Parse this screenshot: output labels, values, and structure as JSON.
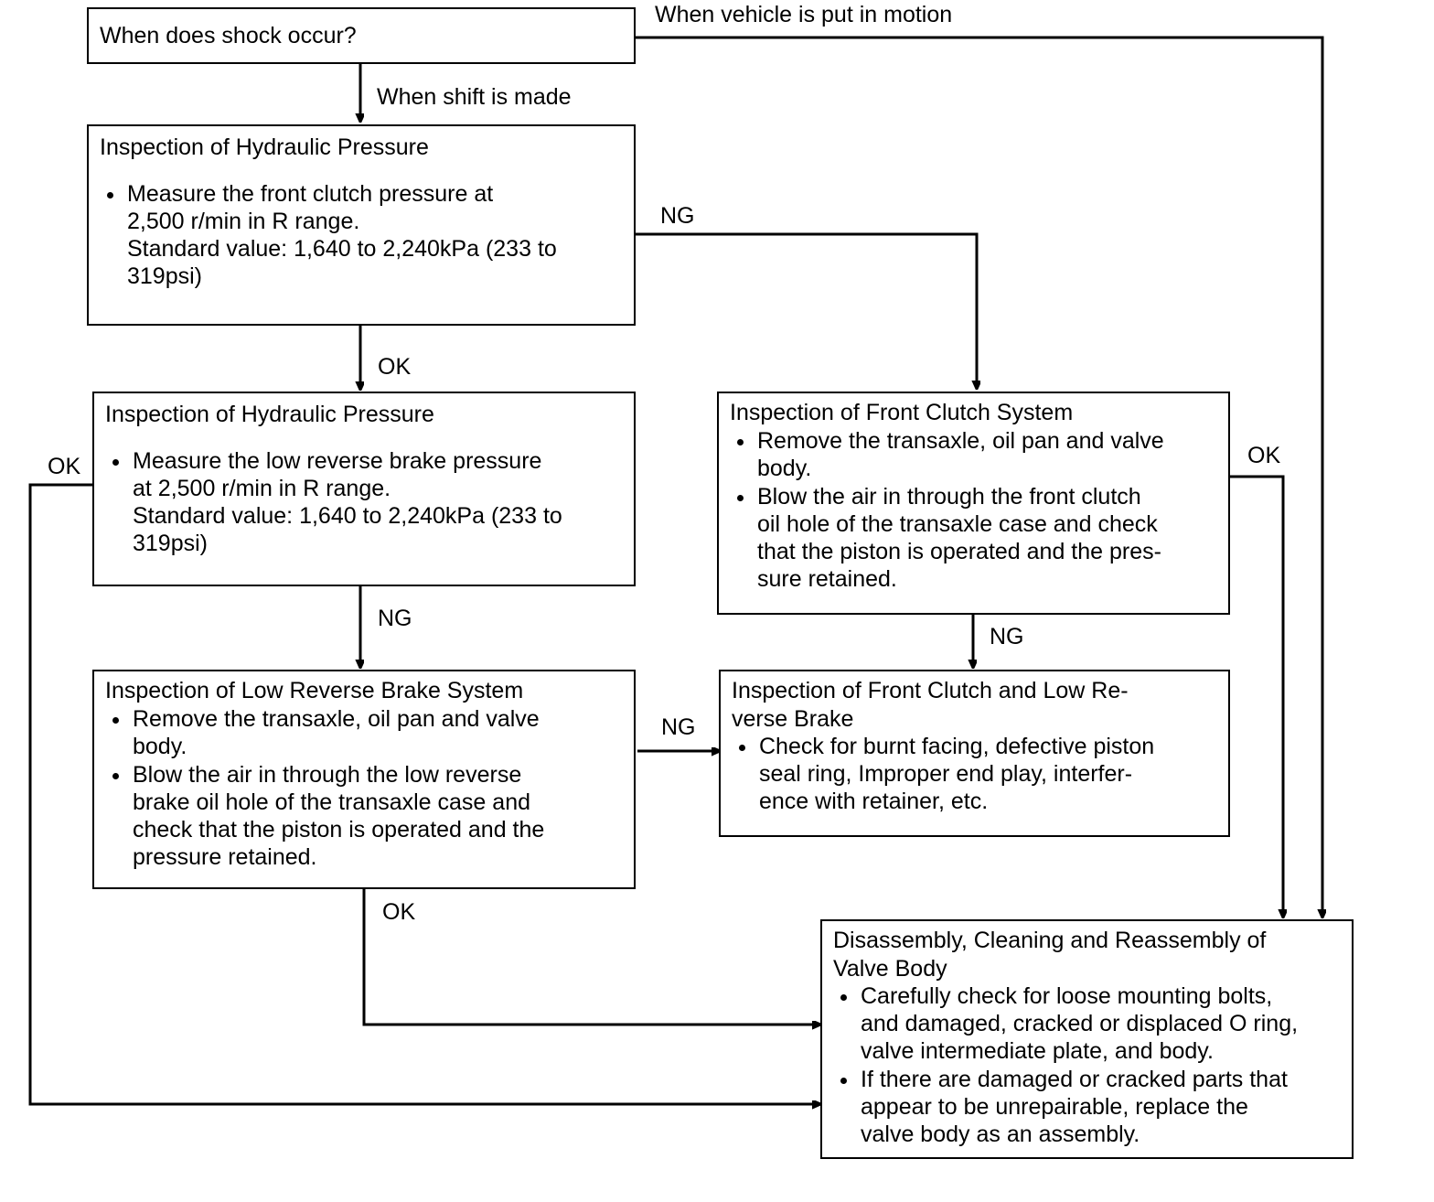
{
  "diagram": {
    "type": "flowchart",
    "title": "Shock Occurrence Diagnostic Flow",
    "nodes": {
      "shock_question": {
        "title": "When does shock occur?"
      },
      "hydraulic_front_clutch": {
        "title": "Inspection of Hydraulic Pressure",
        "bullets": [
          "Measure the front clutch pressure at\n2,500 r/min in R range.\nStandard value: 1,640 to 2,240kPa (233 to\n319psi)"
        ]
      },
      "hydraulic_low_reverse": {
        "title": "Inspection of Hydraulic Pressure",
        "bullets": [
          "Measure the low reverse brake pressure\nat 2,500 r/min in R range.\nStandard value: 1,640 to 2,240kPa (233 to\n319psi)"
        ]
      },
      "front_clutch_system": {
        "title": "Inspection of Front Clutch System",
        "bullets": [
          "Remove the transaxle, oil pan and valve\nbody.",
          "Blow the air in through the front clutch\noil hole of the transaxle case and check\nthat the piston is operated and the pres-\nsure retained."
        ]
      },
      "low_reverse_brake_system": {
        "title": "Inspection of Low Reverse Brake System",
        "bullets": [
          "Remove the transaxle, oil pan and valve\nbody.",
          "Blow the air in through the low reverse\nbrake oil hole of the transaxle case and\ncheck that the piston is operated and the\npressure retained."
        ]
      },
      "front_clutch_and_low_reverse_brake": {
        "title": "Inspection of Front Clutch and Low Re-\nverse Brake",
        "bullets": [
          "Check for burnt facing, defective piston\nseal ring, Improper end play, interfer-\nence with retainer, etc."
        ]
      },
      "valve_body": {
        "title": "Disassembly, Cleaning and Reassembly of\nValve Body",
        "bullets": [
          "Carefully check for loose mounting bolts,\nand damaged, cracked or displaced O ring,\nvalve intermediate plate, and body.",
          "If there are damaged or cracked parts that\nappear to be unrepairable, replace the\nvalve body as an assembly."
        ]
      }
    },
    "edge_labels": {
      "vehicle_in_motion": "When vehicle is put in motion",
      "shift_is_made": "When shift is made",
      "ng_front_clutch": "NG",
      "ok_to_low_reverse": "OK",
      "ok_left_loop": "OK",
      "ng_to_low_reverse_brake_system": "NG",
      "ng_front_clutch_to_brake": "NG",
      "ng_brake_to_clutch_brake": "NG",
      "ok_right_loop": "OK",
      "ok_to_valve_body": "OK"
    },
    "colors": {
      "stroke": "#000000",
      "background": "#ffffff",
      "text": "#000000"
    }
  }
}
